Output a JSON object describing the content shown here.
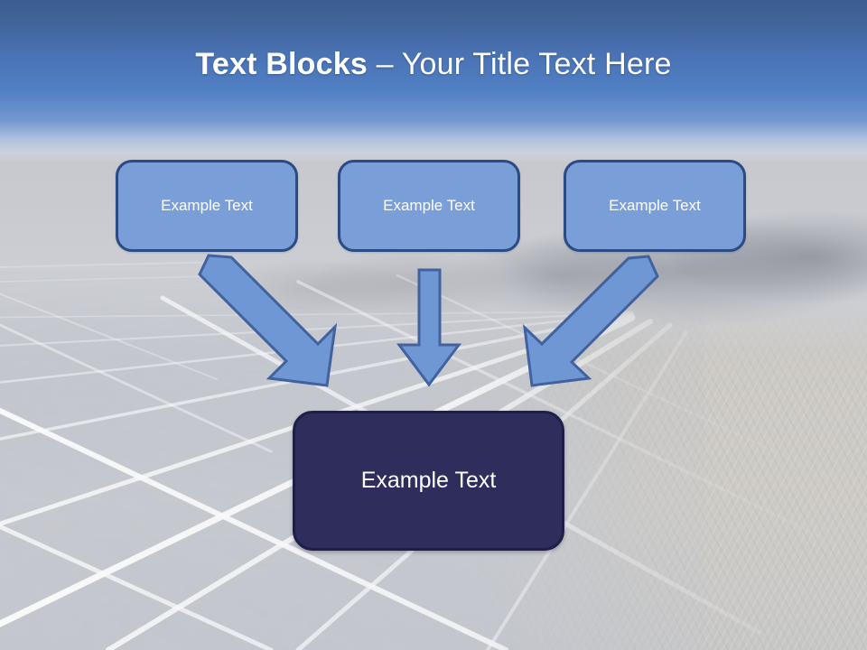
{
  "slide": {
    "title": {
      "strong": "Text Blocks",
      "separator": " – ",
      "light": "Your Title Text Here",
      "full": "Text Blocks – Your Title Text Here"
    },
    "top_boxes": [
      {
        "label": "Example Text"
      },
      {
        "label": "Example Text"
      },
      {
        "label": "Example Text"
      }
    ],
    "bottom_box": {
      "label": "Example Text"
    },
    "arrows": [
      {
        "name": "arrow-down-right",
        "direction": "down-right"
      },
      {
        "name": "arrow-down",
        "direction": "down"
      },
      {
        "name": "arrow-down-left",
        "direction": "down-left"
      }
    ],
    "colors": {
      "sky_top": "#3c5d90",
      "sky_mid": "#5180c4",
      "box_top_fill": "#7a9ed8",
      "box_top_border": "#2b4b84",
      "box_bottom_fill": "#2e2d5c",
      "box_bottom_border": "#1f1e46",
      "arrow_fill": "#6e97d4",
      "arrow_border": "#41629f",
      "title_text": "#ffffff",
      "box_text": "#ffffff"
    }
  }
}
